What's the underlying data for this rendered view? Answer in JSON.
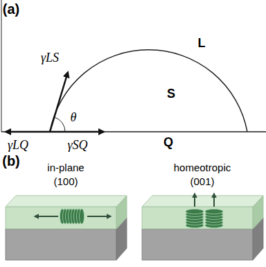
{
  "diagram": {
    "labels": [
      "(a)",
      "γLS",
      "θ",
      "L",
      "S",
      "Q",
      "γLQ",
      "γSQ",
      "(b)",
      "in-plane",
      "(100)",
      "homeotropic",
      "(001)"
    ]
  }
}
